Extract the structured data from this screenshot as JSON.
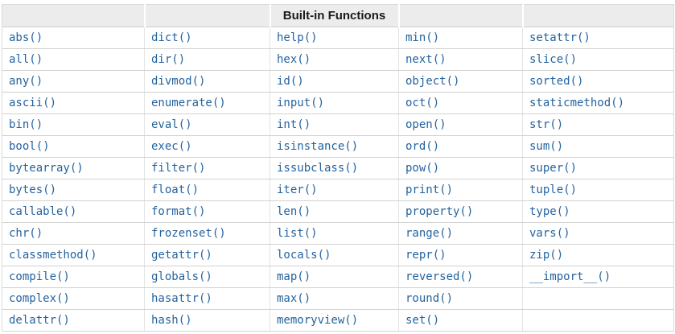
{
  "header": {
    "title": "Built-in Functions"
  },
  "table": {
    "link_color": "#24639e",
    "header_bg": "#ececec",
    "border_color": "#d2d2d2",
    "columns": [
      [
        "abs()",
        "all()",
        "any()",
        "ascii()",
        "bin()",
        "bool()",
        "bytearray()",
        "bytes()",
        "callable()",
        "chr()",
        "classmethod()",
        "compile()",
        "complex()",
        "delattr()"
      ],
      [
        "dict()",
        "dir()",
        "divmod()",
        "enumerate()",
        "eval()",
        "exec()",
        "filter()",
        "float()",
        "format()",
        "frozenset()",
        "getattr()",
        "globals()",
        "hasattr()",
        "hash()"
      ],
      [
        "help()",
        "hex()",
        "id()",
        "input()",
        "int()",
        "isinstance()",
        "issubclass()",
        "iter()",
        "len()",
        "list()",
        "locals()",
        "map()",
        "max()",
        "memoryview()"
      ],
      [
        "min()",
        "next()",
        "object()",
        "oct()",
        "open()",
        "ord()",
        "pow()",
        "print()",
        "property()",
        "range()",
        "repr()",
        "reversed()",
        "round()",
        "set()"
      ],
      [
        "setattr()",
        "slice()",
        "sorted()",
        "staticmethod()",
        "str()",
        "sum()",
        "super()",
        "tuple()",
        "type()",
        "vars()",
        "zip()",
        "__import__()",
        "",
        ""
      ]
    ]
  }
}
